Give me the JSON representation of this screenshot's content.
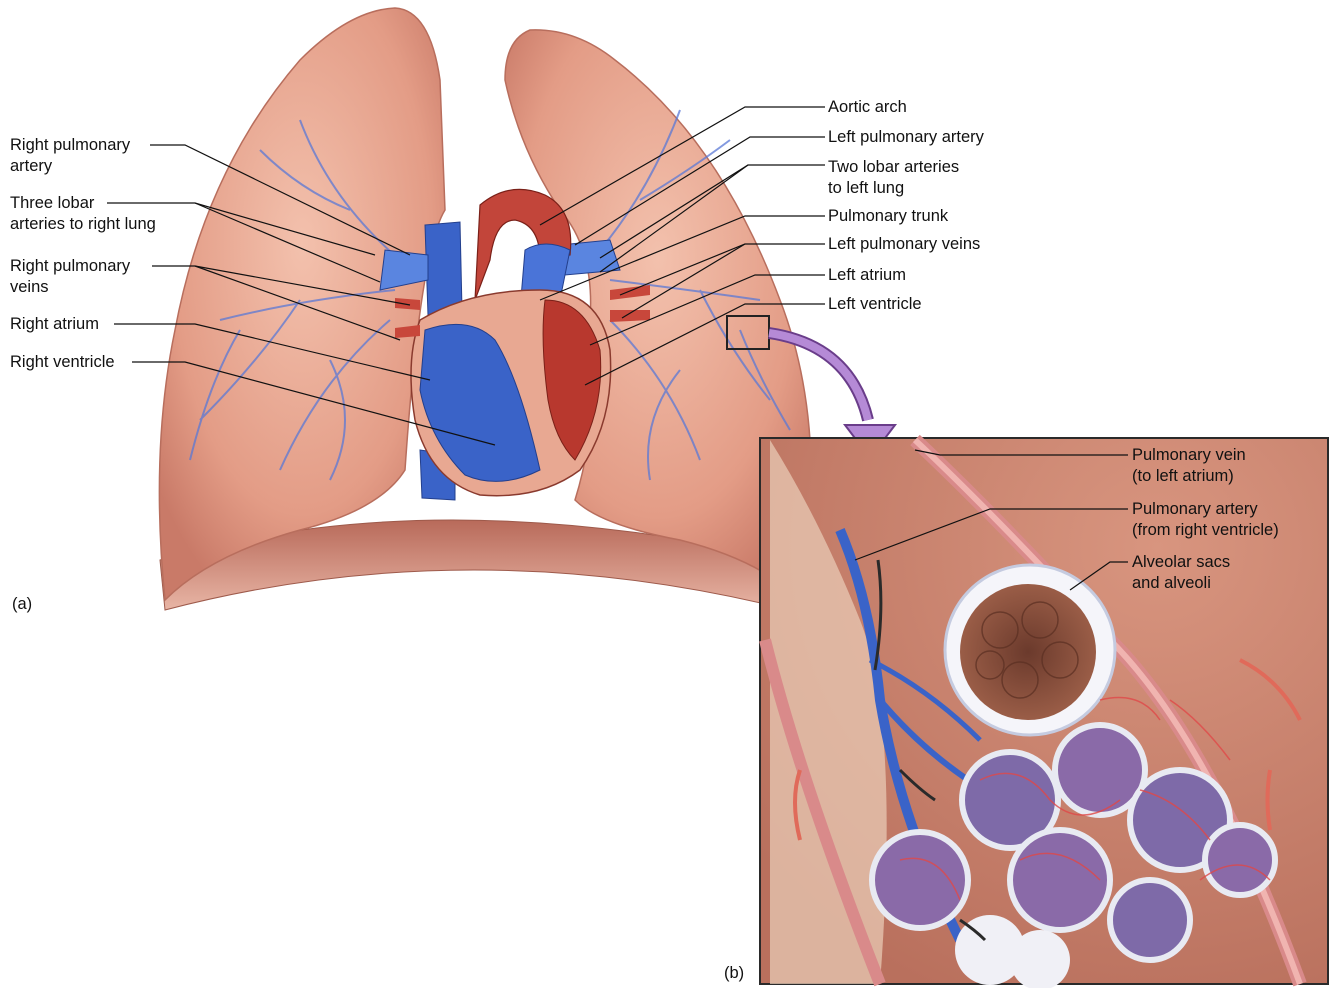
{
  "panel_a": {
    "tag": "(a)",
    "left_labels": {
      "right_pulmonary_artery": [
        "Right pulmonary",
        "artery"
      ],
      "three_lobar_arteries": [
        "Three lobar",
        "arteries to right lung"
      ],
      "right_pulmonary_veins": [
        "Right pulmonary",
        "veins"
      ],
      "right_atrium": [
        "Right atrium"
      ],
      "right_ventricle": [
        "Right ventricle"
      ]
    },
    "right_labels": {
      "aortic_arch": [
        "Aortic arch"
      ],
      "left_pulmonary_artery": [
        "Left pulmonary artery"
      ],
      "two_lobar_arteries": [
        "Two lobar arteries",
        "to left lung"
      ],
      "pulmonary_trunk": [
        "Pulmonary trunk"
      ],
      "left_pulmonary_veins": [
        "Left pulmonary veins"
      ],
      "left_atrium": [
        "Left atrium"
      ],
      "left_ventricle": [
        "Left ventricle"
      ]
    }
  },
  "panel_b": {
    "tag": "(b)",
    "labels": {
      "pulmonary_vein": [
        "Pulmonary vein",
        "(to left atrium)"
      ],
      "pulmonary_artery": [
        "Pulmonary artery",
        "(from right ventricle)"
      ],
      "alveolar_sacs": [
        "Alveolar sacs",
        "and alveoli"
      ]
    }
  },
  "colors": {
    "lung": "#e6a08c",
    "lung_shadow": "#c97a68",
    "artery_blue": "#3a63c8",
    "vein_red": "#c8473b",
    "heart_red": "#b8382e",
    "inset_bg": "#c9836f",
    "inset_border": "#2a2a2a",
    "callout_arrow": "#a67bc4"
  }
}
